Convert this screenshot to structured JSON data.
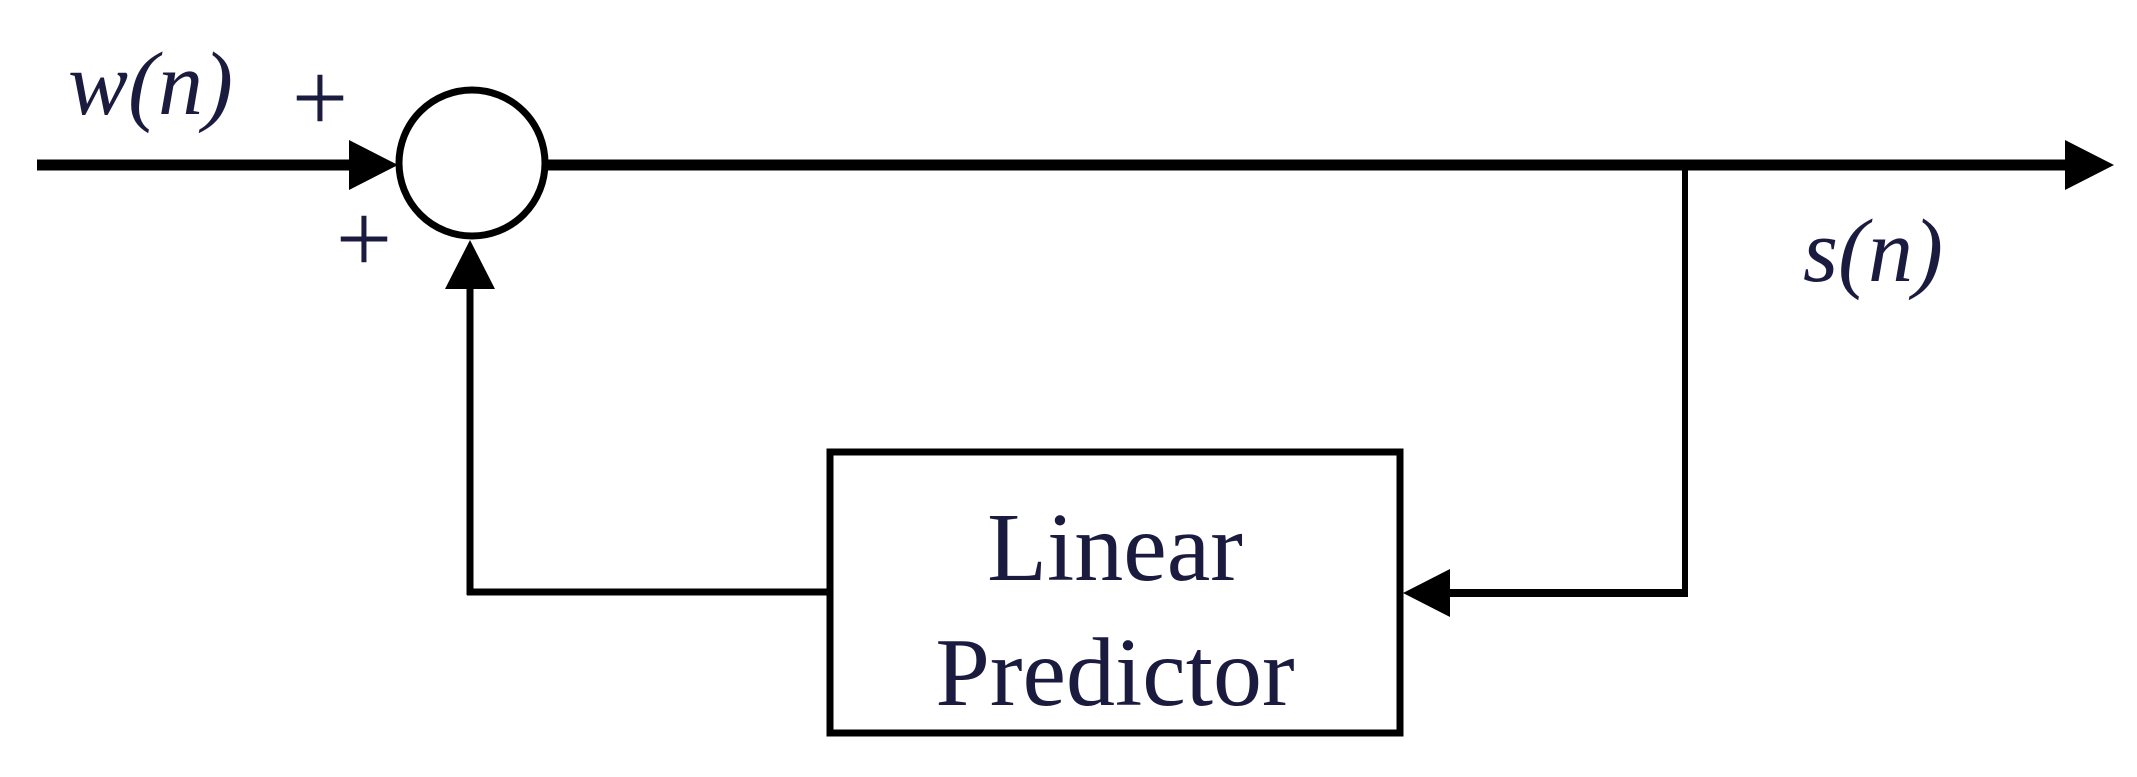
{
  "colors": {
    "ink": "#000000",
    "label_ink": "#1b1b40",
    "background": "#ffffff"
  },
  "signals": {
    "input": "w(n)",
    "output": "s(n)"
  },
  "summing_junction": {
    "sign_input": "+",
    "sign_feedback": "+"
  },
  "predictor_block": {
    "label_line1": "Linear",
    "label_line2": "Predictor"
  }
}
